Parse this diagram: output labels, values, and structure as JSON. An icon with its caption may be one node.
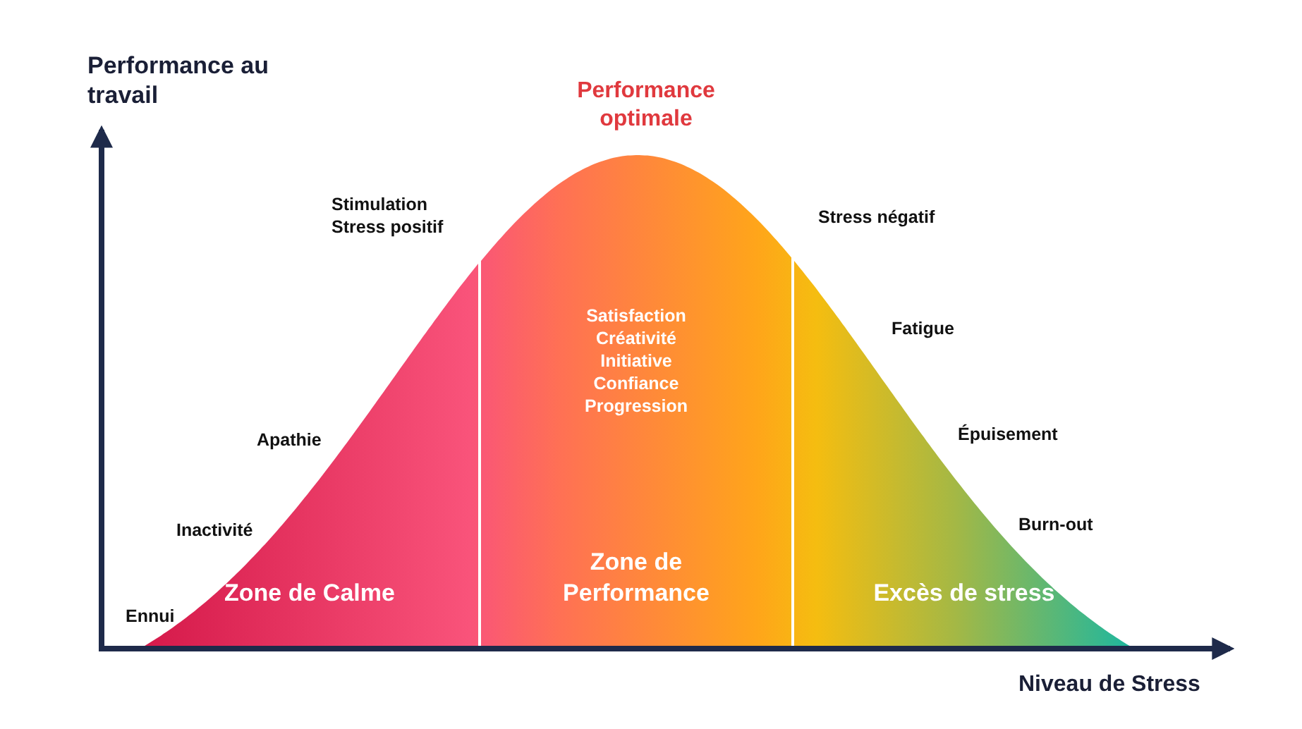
{
  "diagram": {
    "nodes": [
      {
        "text": [
          "Zone de Calme"
        ]
      },
      {
        "text": [
          "Satisfaction",
          "Créativité",
          "Initiative",
          "Confiance",
          "Progression",
          "Zone de Performance"
        ]
      },
      {
        "text": [
          "Excès de stress"
        ]
      }
    ],
    "labels": [
      "Performance au travail",
      "Performance optimale",
      "Stimulation Stress positif",
      "Stress négatif",
      "Fatigue",
      "Apathie",
      "Épuisement",
      "Inactivité",
      "Burn-out",
      "Ennui",
      "Niveau de Stress"
    ]
  }
}
